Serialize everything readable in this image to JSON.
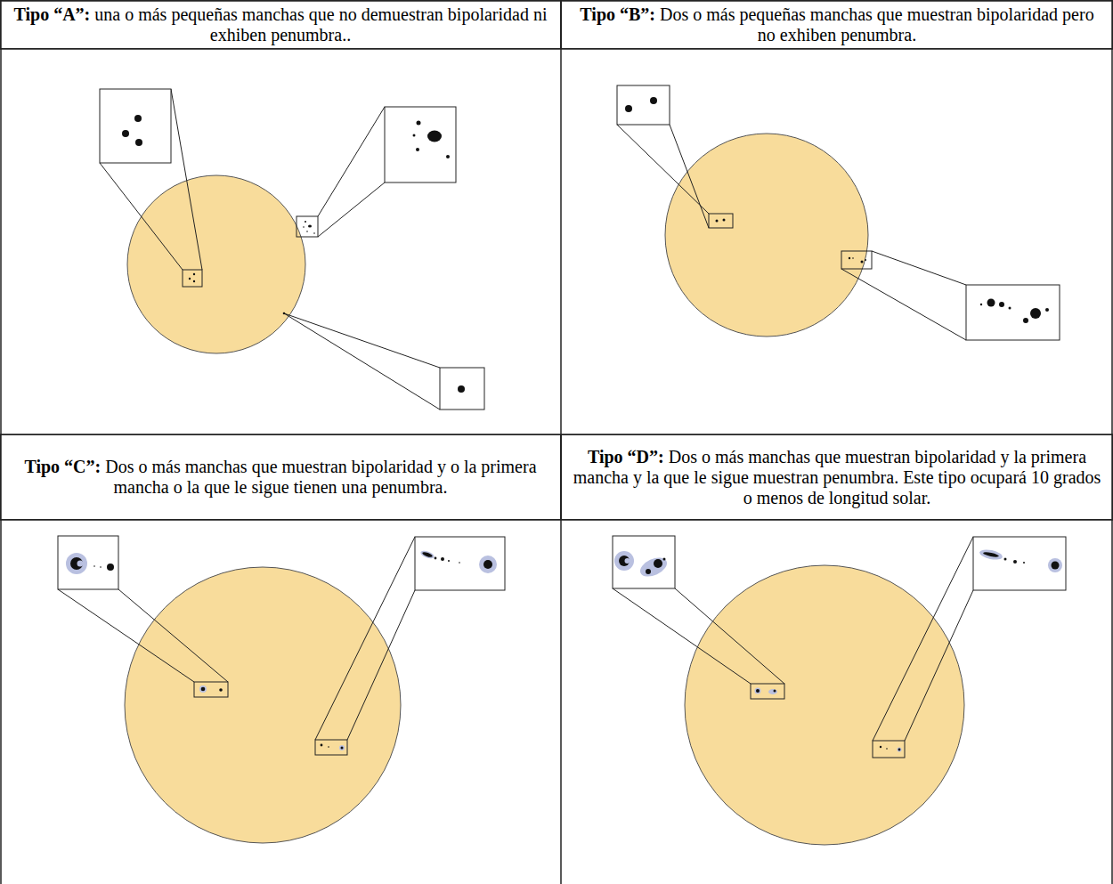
{
  "diagram": {
    "nodes": [
      {
        "text": [
          "Tipo “A”:",
          "una o más pequeñas manchas que no demuestran bipolaridad ni exhiben penumbra.."
        ]
      },
      {
        "text": [
          "Tipo “B”:",
          "Dos o más pequeñas manchas que muestran bipolaridad pero no exhiben penumbra."
        ]
      },
      {
        "text": [
          "Tipo “C”:",
          "Dos o más manchas que muestran bipolaridad y o la primera mancha o la que le sigue tienen una penumbra."
        ]
      },
      {
        "text": [
          "Tipo “D”:",
          "Dos o más manchas que muestran bipolaridad y la primera mancha y la que le sigue muestran penumbra. Este tipo ocupará 10 grados o menos de longitud solar."
        ]
      }
    ]
  }
}
